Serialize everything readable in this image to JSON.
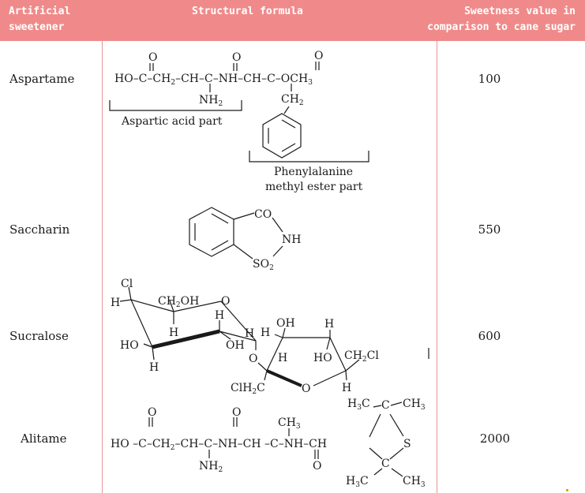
{
  "header": {
    "col1": "Artificial\nsweetener",
    "col2": "Structural formula",
    "col3": "Sweetness value in\ncomparison to cane sugar"
  },
  "rows": [
    {
      "name": "Aspartame",
      "value": "100",
      "labels": {
        "part1": "Aspartic acid part",
        "part2_line1": "Phenylalanine",
        "part2_line2": "methyl ester part"
      }
    },
    {
      "name": "Saccharin",
      "value": "550"
    },
    {
      "name": "Sucralose",
      "value": "600"
    },
    {
      "name": "Alitame",
      "value": "2000"
    }
  ],
  "colors": {
    "header_bg": "#f08a8a",
    "header_text": "#ffffff",
    "rule": "#e79494"
  }
}
